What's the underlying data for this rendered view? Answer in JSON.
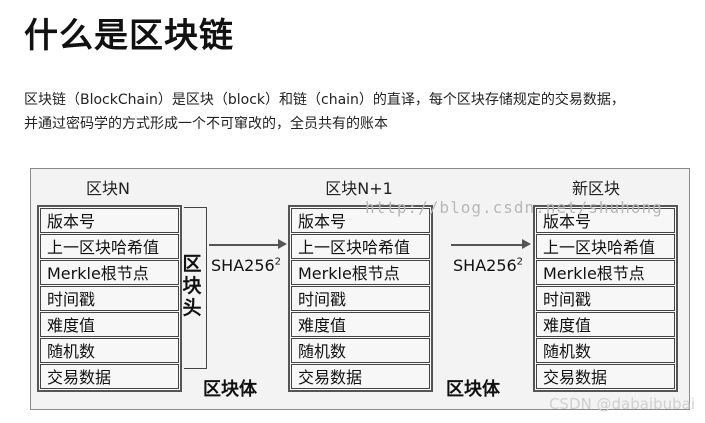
{
  "title": "什么是区块链",
  "paragraph": [
    "区块链（BlockChain）是区块（block）和链（chain）的直译，每个区块存储规定的交易数据，",
    "并通过密码学的方式形成一个不可窜改的，全员共有的账本"
  ],
  "diagram": {
    "blocks": [
      {
        "name": "区块N",
        "fields": [
          "版本号",
          "上一区块哈希值",
          "Merkle根节点",
          "时间戳",
          "难度值",
          "随机数",
          "交易数据"
        ]
      },
      {
        "name": "区块N+1",
        "fields": [
          "版本号",
          "上一区块哈希值",
          "Merkle根节点",
          "时间戳",
          "难度值",
          "随机数",
          "交易数据"
        ]
      },
      {
        "name": "新区块",
        "fields": [
          "版本号",
          "上一区块哈希值",
          "Merkle根节点",
          "时间戳",
          "难度值",
          "随机数",
          "交易数据"
        ]
      }
    ],
    "header_label": "区块头",
    "body_label": "区块体",
    "hash_label": "SHA256",
    "hash_sup": "2"
  },
  "watermark": {
    "blog": "http://blog.csdn.net/shuhong",
    "csdn": "CSDN @dabaibubai"
  }
}
